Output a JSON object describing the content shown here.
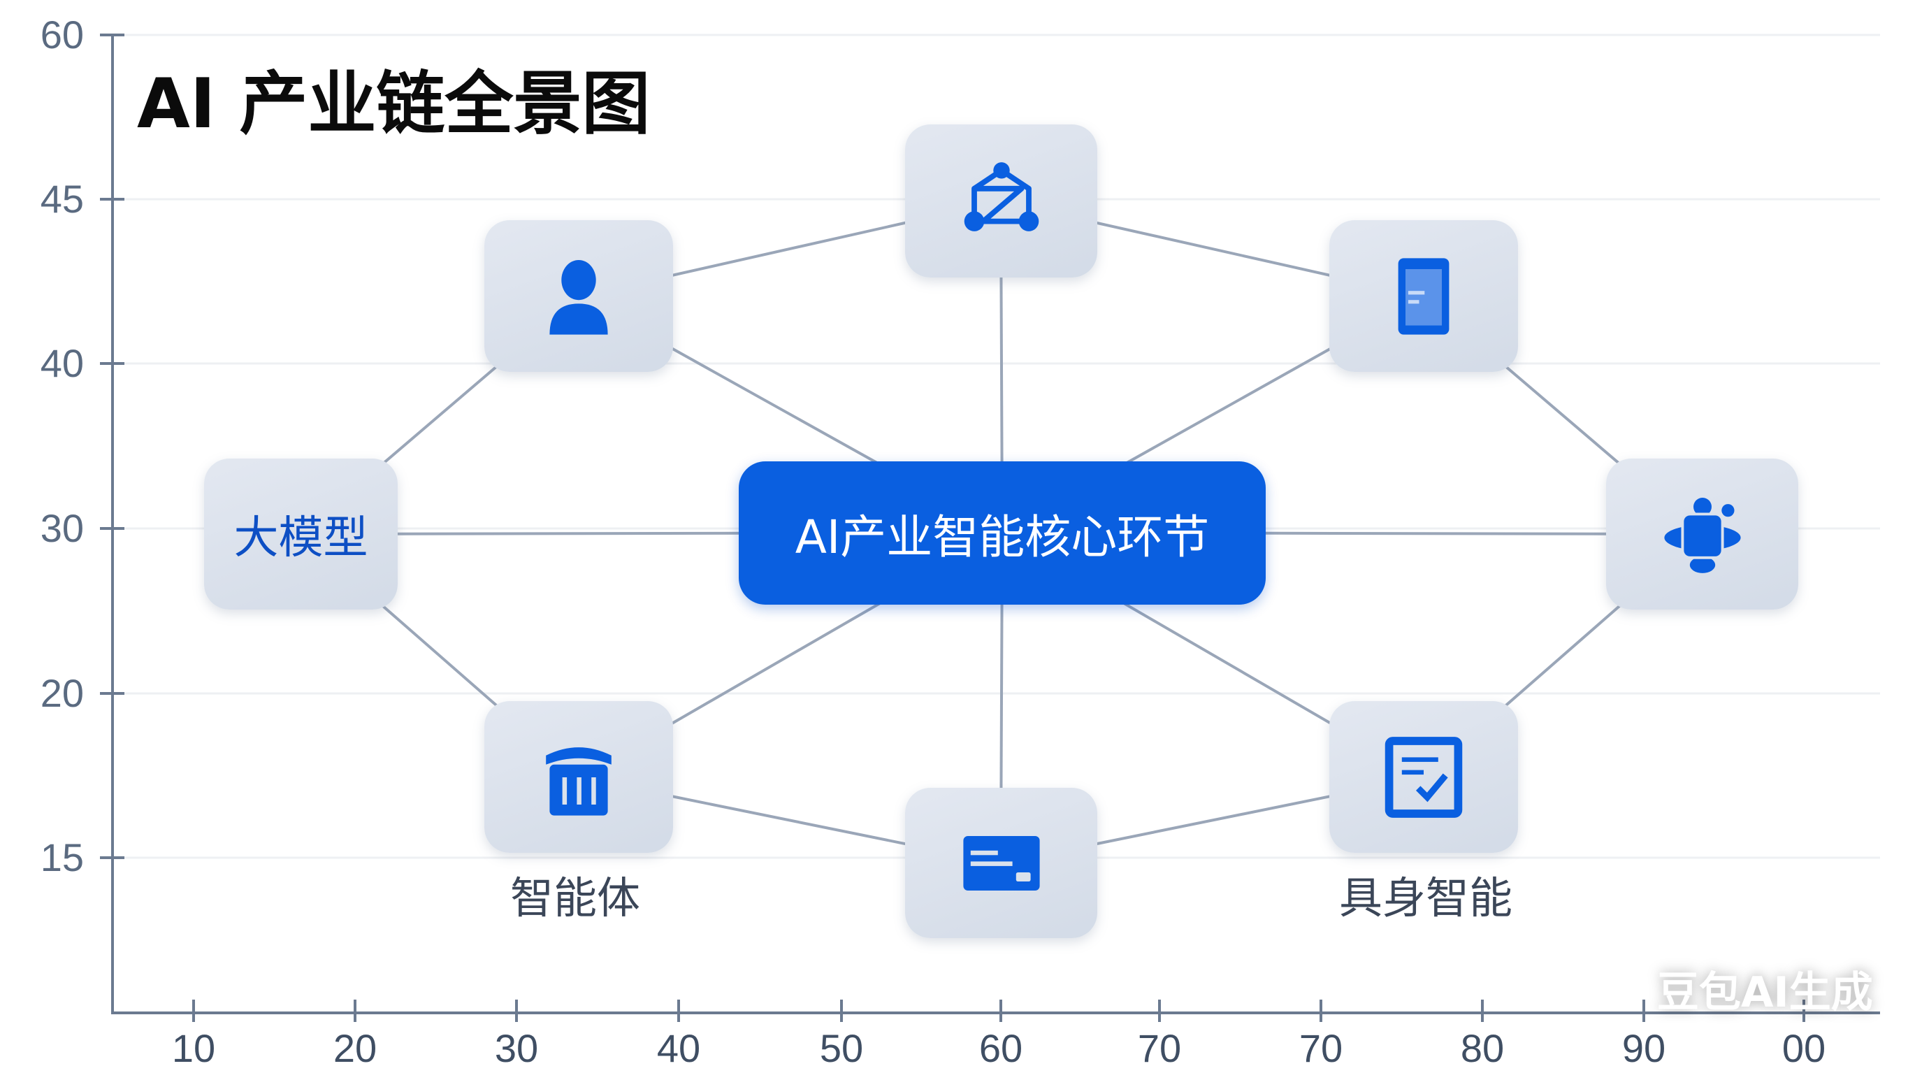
{
  "title": "AI 产业链全景图",
  "axes": {
    "y_ticks": [
      "60",
      "45",
      "40",
      "30",
      "20",
      "15"
    ],
    "x_ticks": [
      "10",
      "20",
      "30",
      "40",
      "50",
      "60",
      "70",
      "70",
      "80",
      "90",
      "00"
    ]
  },
  "center_node": {
    "label": "AI产业智能核心环节"
  },
  "nodes": {
    "left": {
      "label": "大模型"
    },
    "lower_left_caption": "智能体",
    "lower_right_caption": "具身智能"
  },
  "icons": {
    "top": "network-nodes-icon",
    "upper_left": "user-icon",
    "upper_right": "tablet-icon",
    "right": "robot-icon",
    "lower_left": "agent-box-icon",
    "bottom": "card-icon",
    "lower_right": "checklist-icon"
  },
  "colors": {
    "accent": "#0a5fe0",
    "node_bg": "#dbe2ec",
    "line": "#9aa6b8",
    "axis": "#5a6a80"
  },
  "watermark": "豆包AI生成"
}
